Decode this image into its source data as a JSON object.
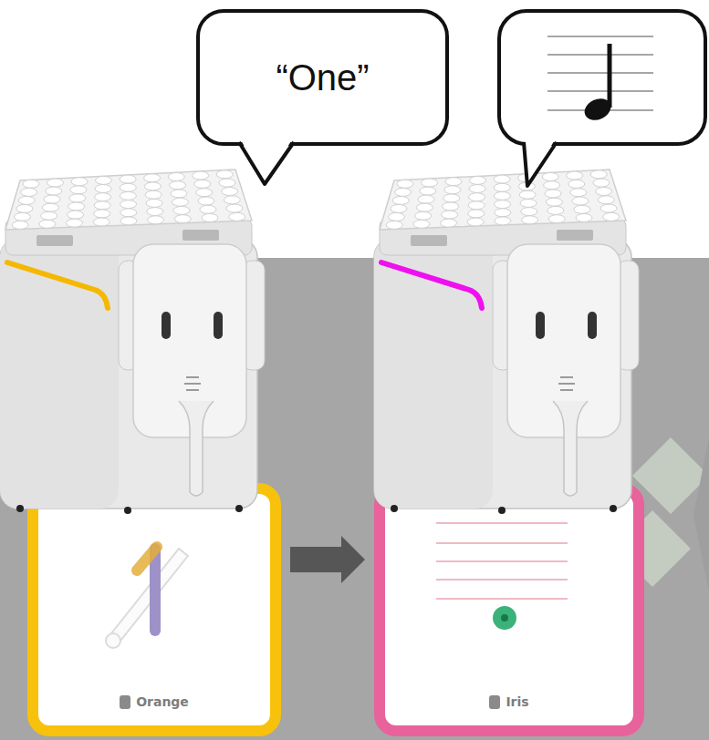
{
  "diagram": {
    "nodes": [
      {
        "text": [
          "“One”"
        ]
      },
      {
        "text": [
          "Orange"
        ]
      },
      {
        "text": [
          "Iris"
        ]
      }
    ],
    "edges": [
      {
        "from": 1,
        "to": 2,
        "arrow": "to"
      }
    ]
  }
}
